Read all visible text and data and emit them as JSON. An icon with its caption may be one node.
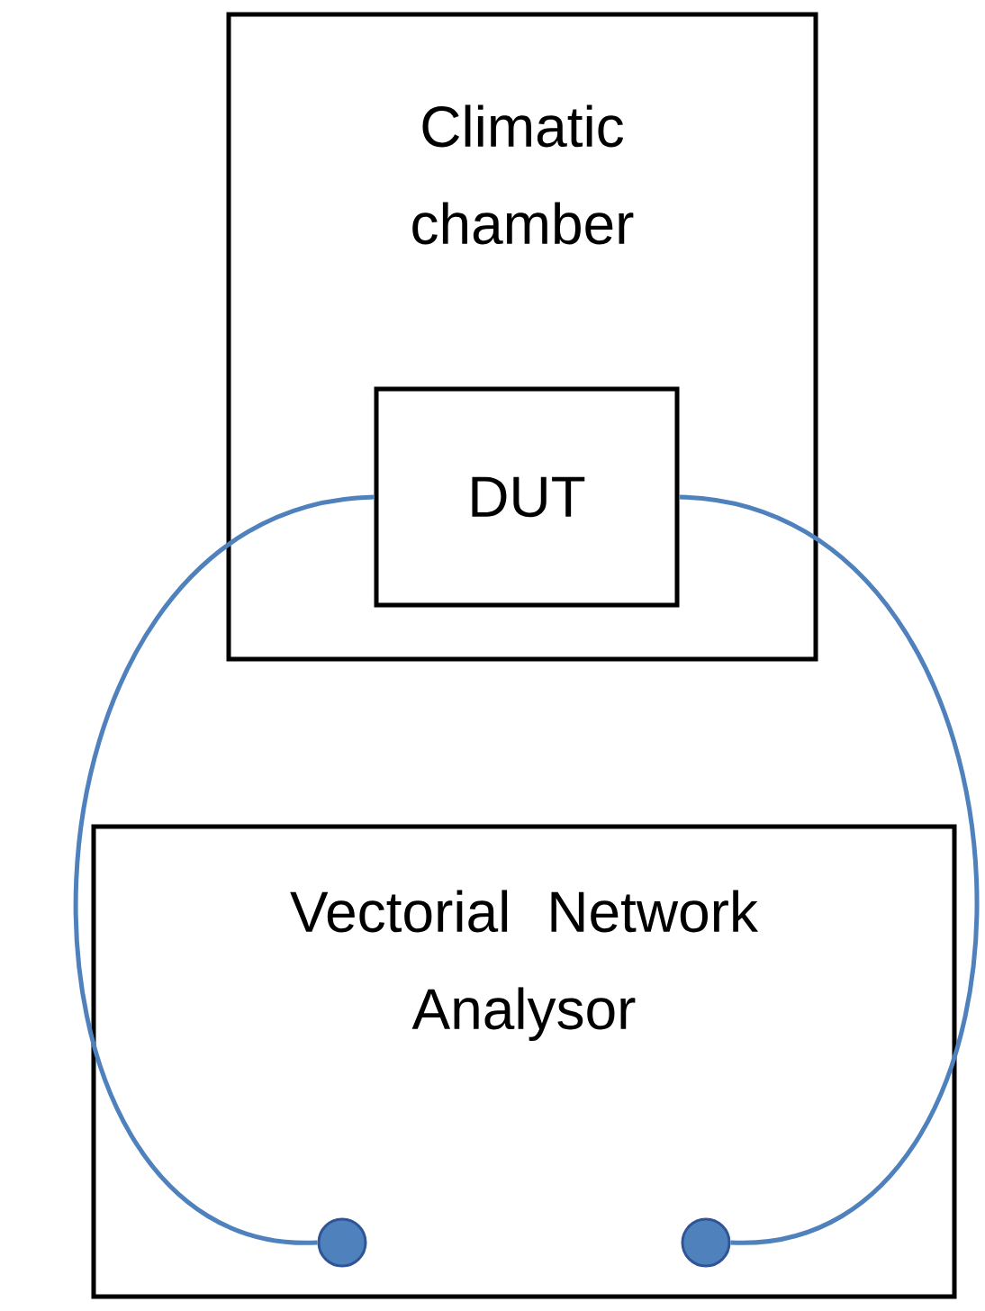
{
  "diagram": {
    "nodes": [
      {
        "text": [
          "Climatic chamber"
        ]
      },
      {
        "text": [
          "DUT"
        ],
        "in": 0
      },
      {
        "text": [
          "Vectorial Network Analysor"
        ]
      },
      {
        "text": [],
        "shape": "circle",
        "in": 2
      },
      {
        "text": [],
        "shape": "circle",
        "in": 2
      }
    ],
    "edges": [
      {
        "from": 1,
        "to": 3,
        "arrow": "none"
      },
      {
        "from": 1,
        "to": 4,
        "arrow": "none"
      }
    ]
  }
}
